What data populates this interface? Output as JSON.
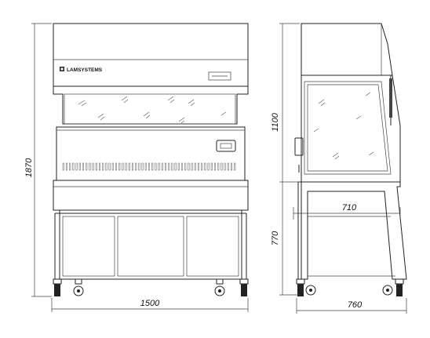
{
  "brand": "LAMSYSTEMS",
  "dimensions": {
    "total_height": "1870",
    "body_height": "1100",
    "stand_height": "770",
    "front_width": "1500",
    "stand_depth": "710",
    "side_depth": "760"
  }
}
